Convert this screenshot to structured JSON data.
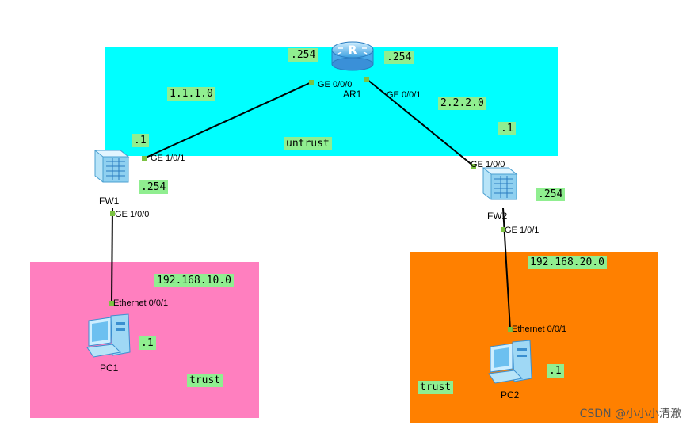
{
  "zones": {
    "untrust": {
      "label": "untrust",
      "color": "#00ffff"
    },
    "trust1": {
      "label": "trust",
      "color": "#ff7fbf"
    },
    "trust2": {
      "label": "trust",
      "color": "#ff8000"
    }
  },
  "colors": {
    "tag_bg": "#90ee90",
    "link": "#000000",
    "port_dot": "#7cc242"
  },
  "devices": {
    "ar1": {
      "name": "AR1",
      "icon": "router-icon"
    },
    "fw1": {
      "name": "FW1",
      "icon": "firewall-icon"
    },
    "fw2": {
      "name": "FW2",
      "icon": "firewall-icon"
    },
    "pc1": {
      "name": "PC1",
      "icon": "pc-icon"
    },
    "pc2": {
      "name": "PC2",
      "icon": "pc-icon"
    }
  },
  "ports": {
    "ar1_ge000": "GE 0/0/0",
    "ar1_ge001": "GE 0/0/1",
    "fw1_ge101": "GE 1/0/1",
    "fw1_ge100": "GE 1/0/0",
    "fw2_ge100": "GE 1/0/0",
    "fw2_ge101": "GE 1/0/1",
    "pc1_eth": "Ethernet 0/0/1",
    "pc2_eth": "Ethernet 0/0/1"
  },
  "addresses": {
    "net1": "1.1.1.0",
    "net2": "2.2.2.0",
    "ar1_left": ".254",
    "ar1_right": ".254",
    "fw1_up": ".1",
    "fw2_up": ".1",
    "fw1_down": ".254",
    "fw2_down": ".254",
    "lan1": "192.168.10.0",
    "lan2": "192.168.20.0",
    "pc1": ".1",
    "pc2": ".1"
  },
  "watermark": "CSDN @小小小清澈"
}
